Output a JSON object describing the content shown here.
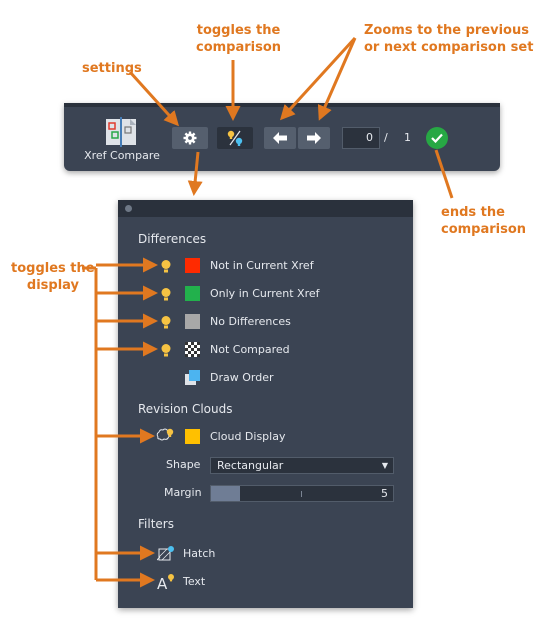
{
  "callouts": {
    "toggles_comparison": "toggles the\ncomparison",
    "zooms": "Zooms to the previous\nor next comparison set",
    "settings": "settings",
    "ends": "ends the\ncomparison",
    "toggles_display": "toggles the\ndisplay"
  },
  "toolbar": {
    "label": "Xref Compare",
    "current_index": "0",
    "separator": "/",
    "total": "1"
  },
  "panel": {
    "differences_title": "Differences",
    "differences": [
      {
        "label": "Not in Current Xref",
        "color": "#ff2a00"
      },
      {
        "label": "Only in Current Xref",
        "color": "#22b14c"
      },
      {
        "label": "No Differences",
        "color": "#a8a8a8"
      },
      {
        "label": "Not Compared",
        "color": "checker"
      },
      {
        "label": "Draw Order",
        "color": "draw-order"
      }
    ],
    "revision_clouds_title": "Revision Clouds",
    "cloud_display_label": "Cloud Display",
    "cloud_color": "#ffc000",
    "shape_label": "Shape",
    "shape_value": "Rectangular",
    "margin_label": "Margin",
    "margin_value": "5",
    "margin_fraction": 0.16,
    "filters_title": "Filters",
    "filters": [
      {
        "label": "Hatch"
      },
      {
        "label": "Text"
      }
    ]
  },
  "colors": {
    "accent_orange": "#e07820",
    "panel_bg": "#3b4453",
    "done_green": "#27a844"
  }
}
